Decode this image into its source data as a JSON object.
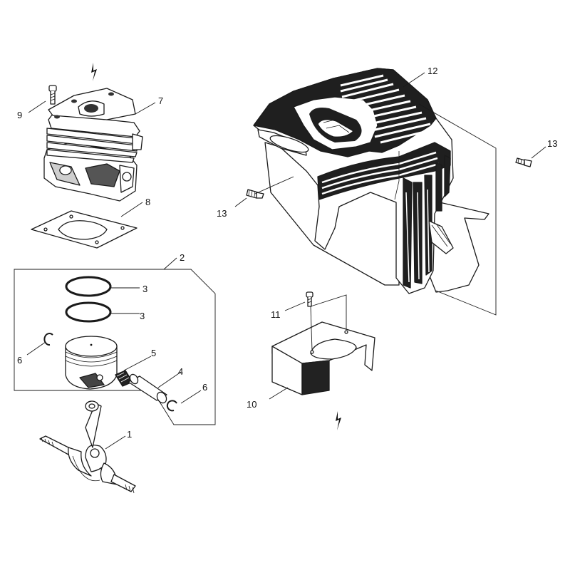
{
  "colors": {
    "line": "#1a1a1a",
    "part_fill": "#ffffff",
    "dark_fill": "#222222",
    "mid_fill": "#9a9a9a"
  },
  "callouts": {
    "c1": "1",
    "c2": "2",
    "c3a": "3",
    "c3b": "3",
    "c4": "4",
    "c5": "5",
    "c6a": "6",
    "c6b": "6",
    "c7": "7",
    "c8": "8",
    "c9": "9",
    "c10": "10",
    "c11": "11",
    "c12": "12",
    "c13a": "13",
    "c13b": "13"
  },
  "parts": [
    "crankshaft",
    "piston-kit",
    "piston-ring",
    "piston-pin",
    "needle-bearing",
    "circlip",
    "cylinder",
    "gasket",
    "screw",
    "cover-plate",
    "screw",
    "engine-cover",
    "screw"
  ]
}
